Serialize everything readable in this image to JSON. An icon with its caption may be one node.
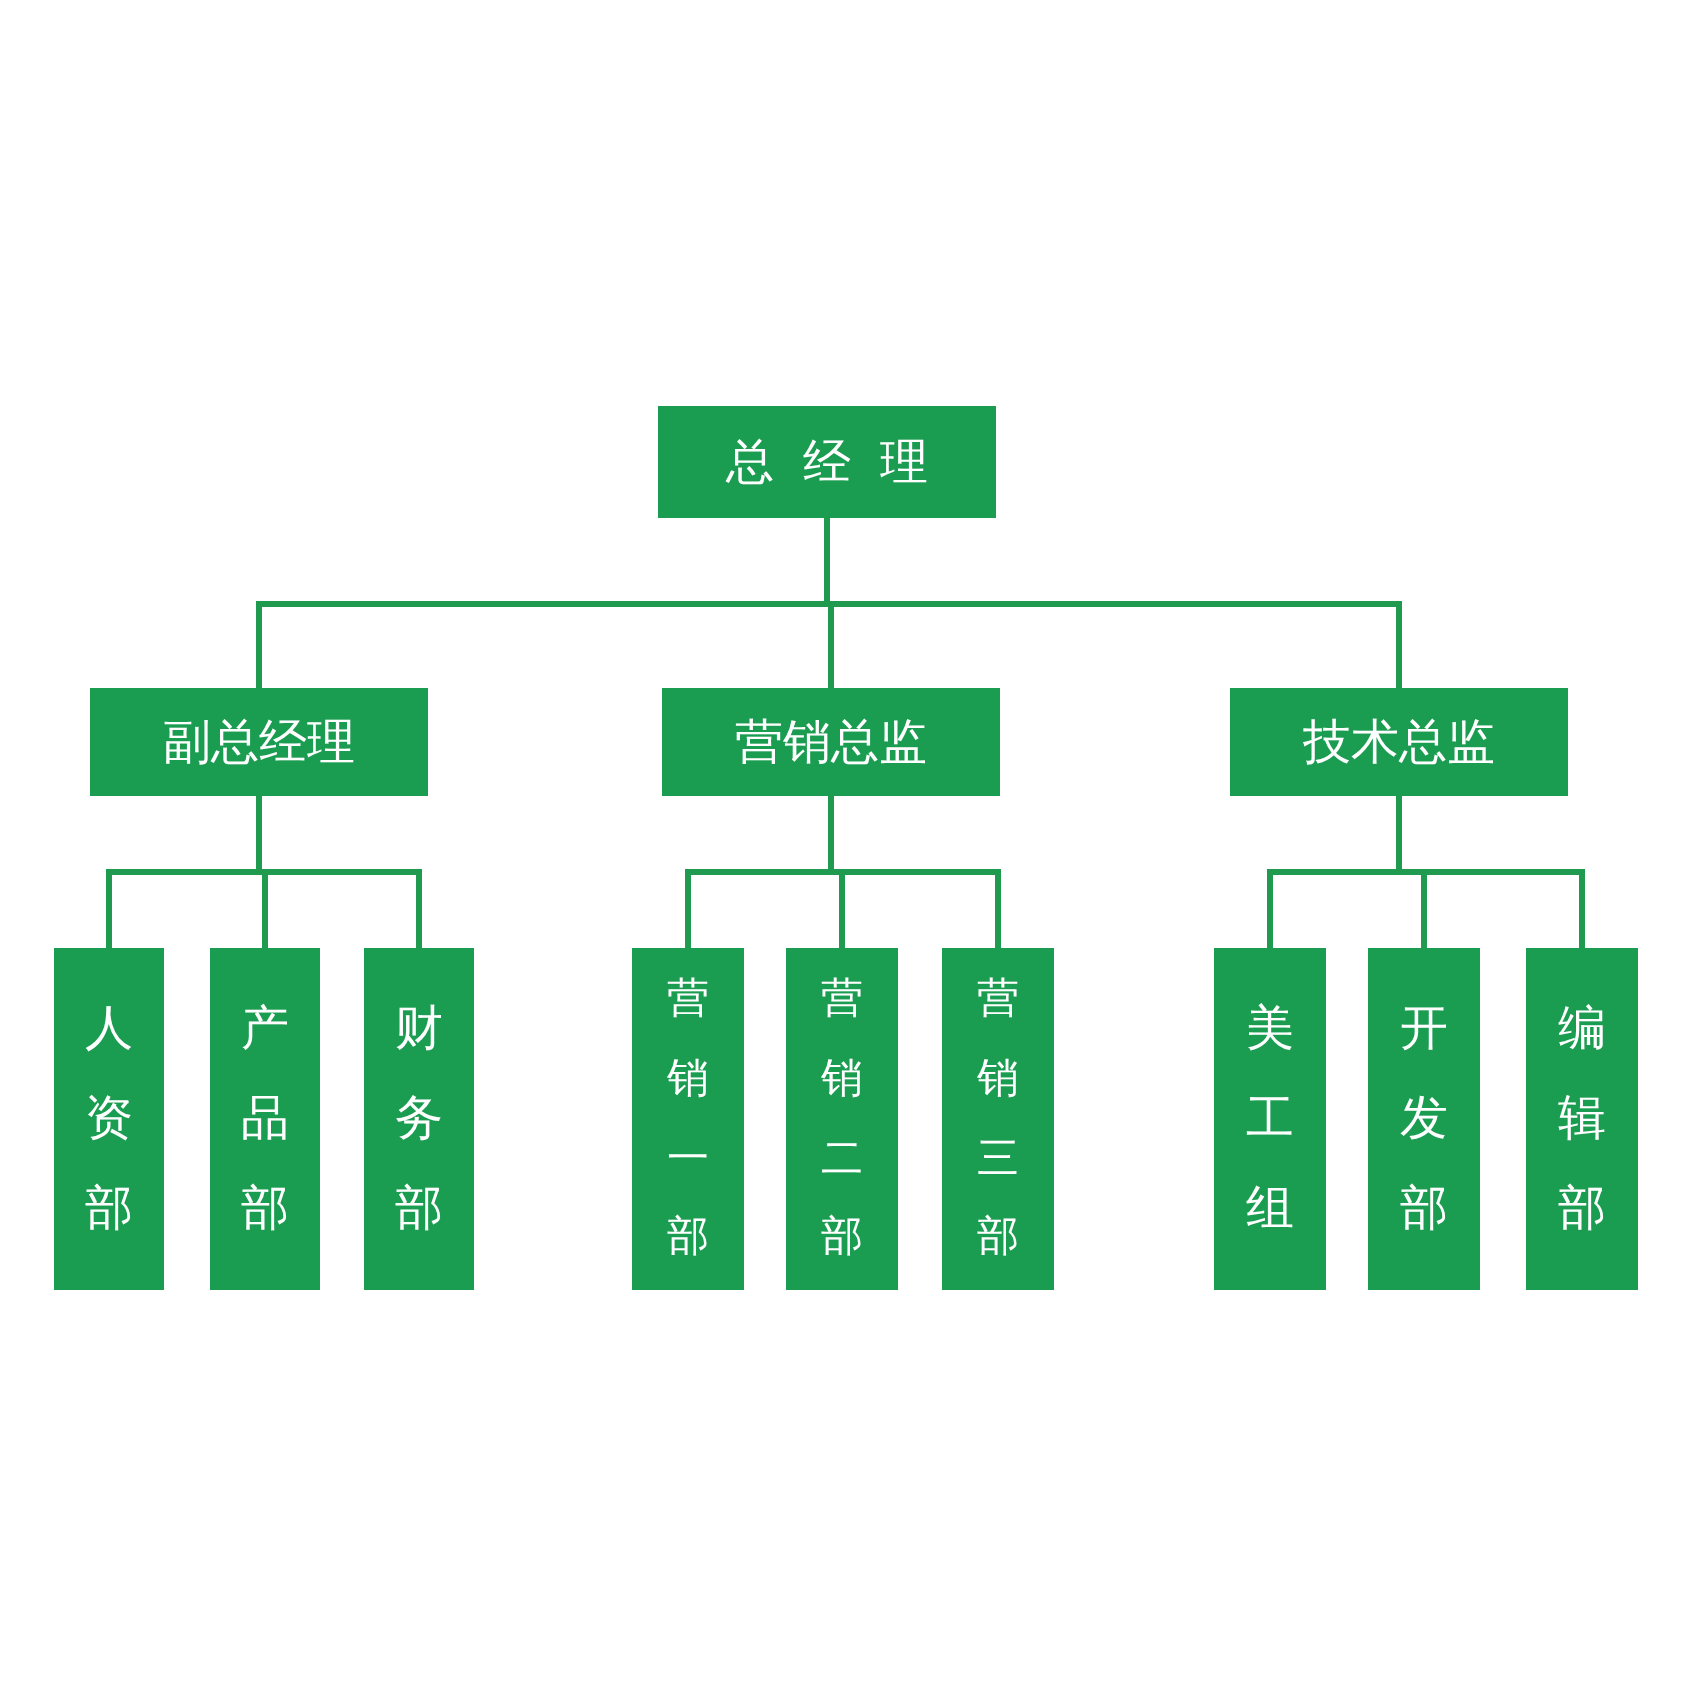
{
  "diagram": {
    "nodes": [
      {
        "text": [
          "总经理"
        ]
      },
      {
        "text": [
          "副总经理"
        ]
      },
      {
        "text": [
          "营销总监"
        ]
      },
      {
        "text": [
          "技术总监"
        ]
      },
      {
        "text": [
          "人资部"
        ]
      },
      {
        "text": [
          "产品部"
        ]
      },
      {
        "text": [
          "财务部"
        ]
      },
      {
        "text": [
          "营销一部"
        ]
      },
      {
        "text": [
          "营销二部"
        ]
      },
      {
        "text": [
          "营销三部"
        ]
      },
      {
        "text": [
          "美工组"
        ]
      },
      {
        "text": [
          "开发部"
        ]
      },
      {
        "text": [
          "编辑部"
        ]
      }
    ],
    "edges": [
      {
        "from": 0,
        "to": 1,
        "arrow": "none"
      },
      {
        "from": 0,
        "to": 2,
        "arrow": "none"
      },
      {
        "from": 0,
        "to": 3,
        "arrow": "none"
      },
      {
        "from": 1,
        "to": 4,
        "arrow": "none"
      },
      {
        "from": 1,
        "to": 5,
        "arrow": "none"
      },
      {
        "from": 1,
        "to": 6,
        "arrow": "none"
      },
      {
        "from": 2,
        "to": 7,
        "arrow": "none"
      },
      {
        "from": 2,
        "to": 8,
        "arrow": "none"
      },
      {
        "from": 2,
        "to": 9,
        "arrow": "none"
      },
      {
        "from": 3,
        "to": 10,
        "arrow": "none"
      },
      {
        "from": 3,
        "to": 11,
        "arrow": "none"
      },
      {
        "from": 3,
        "to": 12,
        "arrow": "none"
      }
    ]
  }
}
